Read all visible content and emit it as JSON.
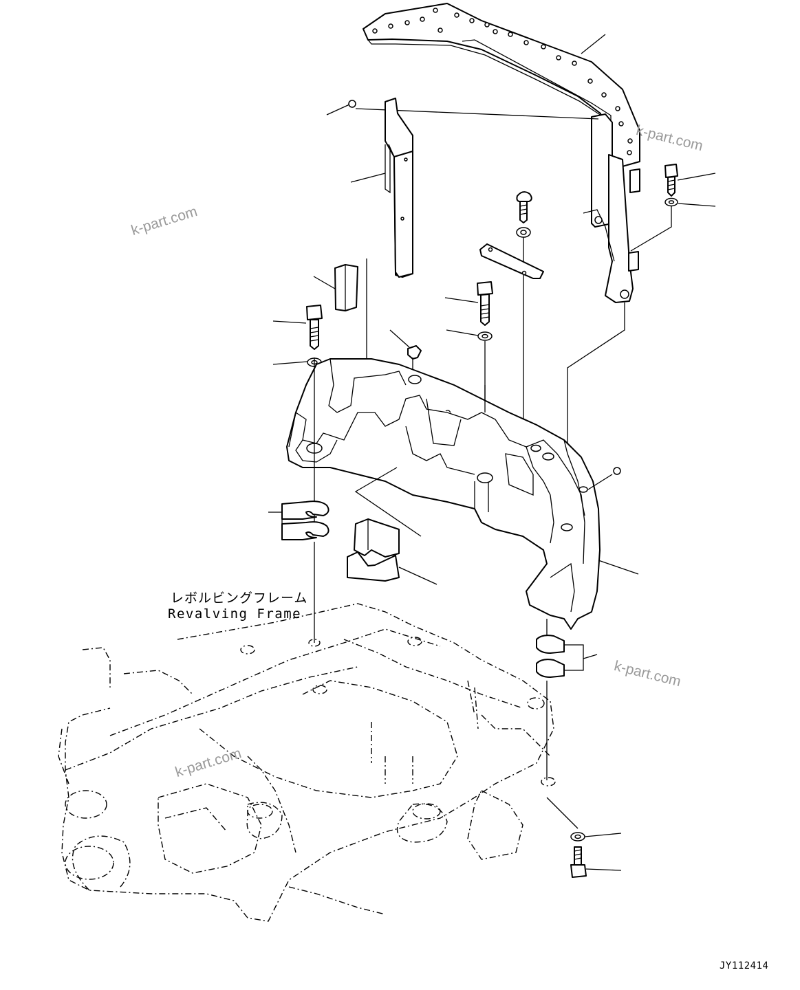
{
  "frame_label_jp": "レボルビングフレーム",
  "frame_label_en": "Revalving Frame",
  "watermarks": [
    "k-part.com",
    "k-part.com",
    "k-part.com",
    "k-part.com"
  ],
  "drawing_code": "JY112414"
}
